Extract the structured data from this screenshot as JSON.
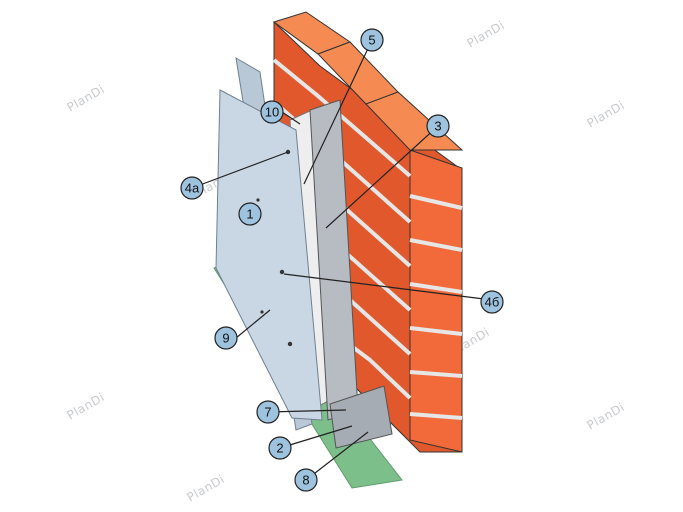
{
  "watermark": {
    "text": "PlanDi"
  },
  "colors": {
    "brick": "#f26a3a",
    "brick_shade": "#e0582c",
    "brick_top": "#f58a52",
    "mortar": "#e6e6e6",
    "board": "#c9d7e4",
    "board_edge": "#9fb2c4",
    "insulation": "#eeeeee",
    "profile": "#b7bcc2",
    "ground": "#7cbf8a",
    "marker": "#9ec3df",
    "line": "#222222"
  },
  "callouts": [
    {
      "id": "c1",
      "label": "1"
    },
    {
      "id": "c2",
      "label": "2"
    },
    {
      "id": "c3",
      "label": "3"
    },
    {
      "id": "c4a",
      "label": "4a"
    },
    {
      "id": "c4b",
      "label": "4б"
    },
    {
      "id": "c5",
      "label": "5"
    },
    {
      "id": "c7",
      "label": "7"
    },
    {
      "id": "c8",
      "label": "8"
    },
    {
      "id": "c9",
      "label": "9"
    },
    {
      "id": "c10",
      "label": "10"
    }
  ]
}
